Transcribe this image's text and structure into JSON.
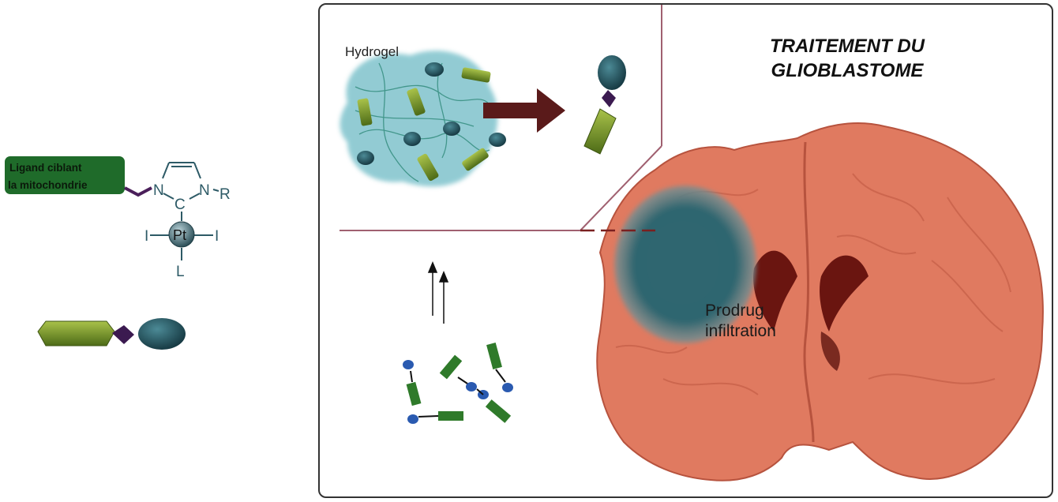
{
  "molecule": {
    "ligand_label_line1": "Ligand ciblant",
    "ligand_label_line2": "la mitochondrie",
    "atom_n1": "N",
    "atom_n2": "N",
    "atom_c": "C",
    "substituent_r": "R",
    "metal": "Pt",
    "iodide_left": "I",
    "iodide_right": "I",
    "ligand_l": "L"
  },
  "panel": {
    "hydrogel_label": "Hydrogel",
    "title_line1": "TRAITEMENT DU",
    "title_line2": "GLIOBLASTOME",
    "prodrug_line1": "Prodrug",
    "prodrug_line2": "infiltration"
  },
  "colors": {
    "ligand_box": "#1f6b2a",
    "molecule_teal": "#2d5a66",
    "hydrogel": "#7fc3cc",
    "arrow": "#5a1a1a",
    "brain": "#e07a60",
    "tumor": "#2f6670",
    "frame": "#333333"
  }
}
